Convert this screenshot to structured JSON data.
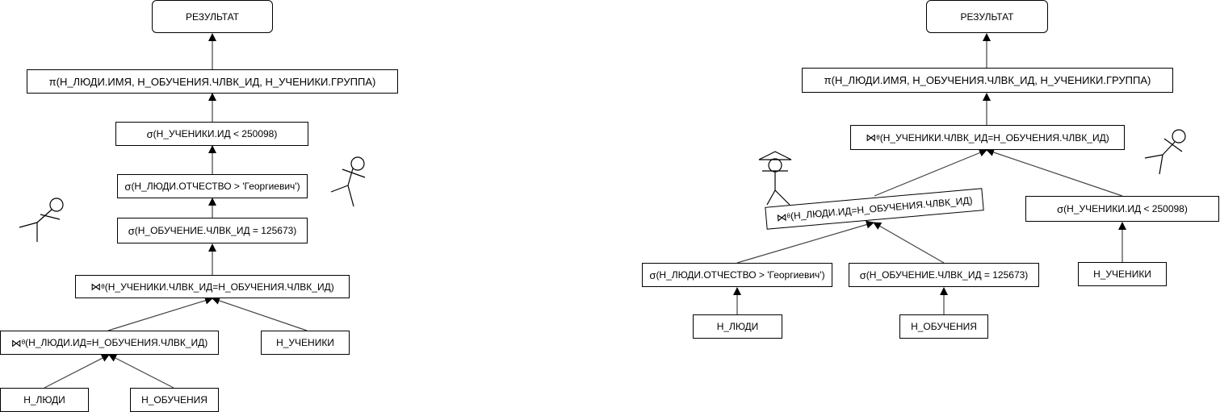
{
  "left_tree": {
    "result": "РЕЗУЛЬТАТ",
    "projection": {
      "sym": "π",
      "text": "(Н_ЛЮДИ.ИМЯ, Н_ОБУЧЕНИЯ.ЧЛВК_ИД, Н_УЧЕНИКИ.ГРУППА)"
    },
    "sel_id": {
      "sym": "σ",
      "text": "(Н_УЧЕНИКИ.ИД <  250098)"
    },
    "sel_patronymic": {
      "sym": "σ",
      "text": "(Н_ЛЮДИ.ОТЧЕСТВО > 'Георгиевич')"
    },
    "sel_chlvk": {
      "sym": "σ",
      "text": "(Н_ОБУЧЕНИЕ.ЧЛВК_ИД = 125673)"
    },
    "join_top": {
      "sym": "⋈",
      "sub": "θ",
      "text": "(Н_УЧЕНИКИ.ЧЛВК_ИД=Н_ОБУЧЕНИЯ.ЧЛВК_ИД)"
    },
    "join_bottom": {
      "sym": "⋈",
      "sub": "θ",
      "text": "(Н_ЛЮДИ.ИД=Н_ОБУЧЕНИЯ.ЧЛВК_ИД)"
    },
    "table_students": "Н_УЧЕНИКИ",
    "table_people": "Н_ЛЮДИ",
    "table_education": "Н_ОБУЧЕНИЯ"
  },
  "right_tree": {
    "result": "РЕЗУЛЬТАТ",
    "projection": {
      "sym": "π",
      "text": "(Н_ЛЮДИ.ИМЯ, Н_ОБУЧЕНИЯ.ЧЛВК_ИД, Н_УЧЕНИКИ.ГРУППА)"
    },
    "join_top": {
      "sym": "⋈",
      "sub": "θ",
      "text": "(Н_УЧЕНИКИ.ЧЛВК_ИД=Н_ОБУЧЕНИЯ.ЧЛВК_ИД)"
    },
    "join_people": {
      "sym": "⋈",
      "sub": "θ",
      "text": "(Н_ЛЮДИ.ИД=Н_ОБУЧЕНИЯ.ЧЛВК_ИД)"
    },
    "sel_id": {
      "sym": "σ",
      "text": "(Н_УЧЕНИКИ.ИД <  250098)"
    },
    "sel_patronymic": {
      "sym": "σ",
      "text": "(Н_ЛЮДИ.ОТЧЕСТВО > 'Георгиевич')"
    },
    "sel_chlvk": {
      "sym": "σ",
      "text": "(Н_ОБУЧЕНИЕ.ЧЛВК_ИД = 125673)"
    },
    "table_students": "Н_УЧЕНИКИ",
    "table_people": "Н_ЛЮДИ",
    "table_education": "Н_ОБУЧЕНИЯ"
  },
  "colors": {
    "line": "#000000",
    "edge": "#555555",
    "background": "#ffffff"
  }
}
